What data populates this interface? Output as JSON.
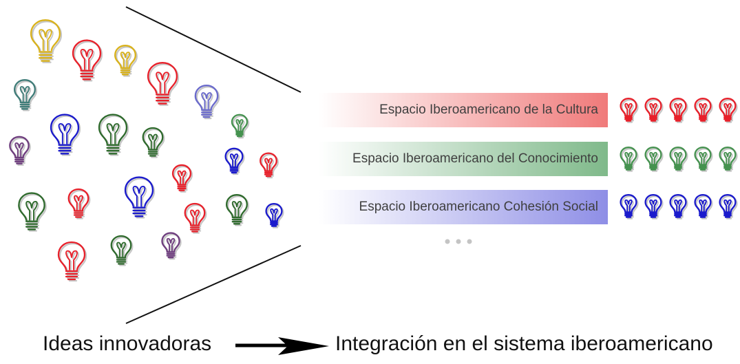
{
  "colors": {
    "yellow": "#d9b21b",
    "red": "#e8202a",
    "teal": "#3f7c78",
    "blue": "#1a1acc",
    "dark_green": "#2e6a2c",
    "green": "#45924f",
    "purple": "#6e3d7e",
    "lavender": "#6a6acc",
    "line": "#111111",
    "ellipsis": "#bbbbbb",
    "band_red": "#f07a7a",
    "band_green": "#7fb98a",
    "band_blue": "#8e8ee6"
  },
  "icons": {
    "bulb": "lightbulb-icon",
    "arrow": "arrow-right-icon"
  },
  "bands": [
    {
      "label": "Espacio Iberoamericano de la Cultura",
      "color_key": "band_red",
      "bulb_color_key": "red",
      "bulb_count": 5
    },
    {
      "label": "Espacio Iberoamericano del Conocimiento",
      "color_key": "band_green",
      "bulb_color_key": "green",
      "bulb_count": 5
    },
    {
      "label": "Espacio Iberoamericano Cohesión Social",
      "color_key": "band_blue",
      "bulb_color_key": "blue",
      "bulb_count": 5
    }
  ],
  "captions": {
    "left": "Ideas innovadoras",
    "right": "Integración en el sistema iberoamericano"
  }
}
